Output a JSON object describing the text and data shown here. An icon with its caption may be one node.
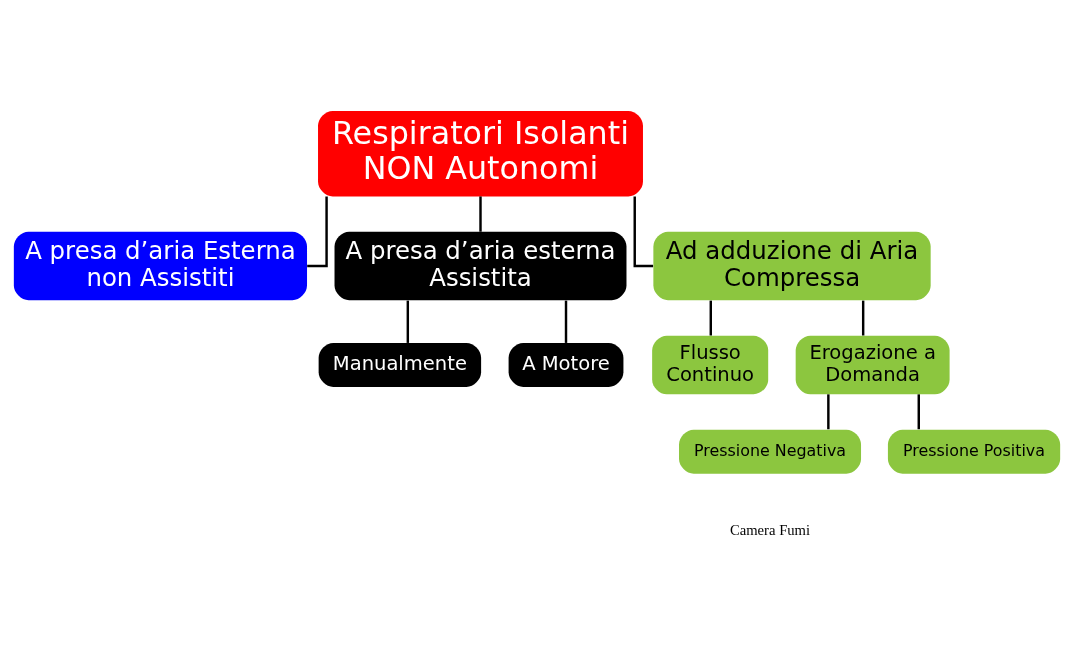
{
  "diagram": {
    "nodes": [
      {
        "text": [
          "Respiratori Isolanti NON Autonomi"
        ]
      },
      {
        "text": [
          "A presa d’aria Esterna non Assistiti"
        ]
      },
      {
        "text": [
          "A presa d’aria esterna Assistita"
        ]
      },
      {
        "text": [
          "Ad adduzione di Aria Compressa"
        ]
      },
      {
        "text": [
          "Manualmente"
        ]
      },
      {
        "text": [
          "A Motore"
        ]
      },
      {
        "text": [
          "Flusso Continuo"
        ]
      },
      {
        "text": [
          "Erogazione a Domanda"
        ]
      },
      {
        "text": [
          "Pressione Negativa"
        ]
      },
      {
        "text": [
          "Pressione Positiva"
        ]
      }
    ],
    "edges": [
      {
        "from": 0,
        "to": 1,
        "arrow": "none"
      },
      {
        "from": 0,
        "to": 2,
        "arrow": "none"
      },
      {
        "from": 0,
        "to": 3,
        "arrow": "none"
      },
      {
        "from": 2,
        "to": 4,
        "arrow": "none"
      },
      {
        "from": 2,
        "to": 5,
        "arrow": "none"
      },
      {
        "from": 3,
        "to": 6,
        "arrow": "none"
      },
      {
        "from": 3,
        "to": 7,
        "arrow": "none"
      },
      {
        "from": 7,
        "to": 8,
        "arrow": "none"
      },
      {
        "from": 7,
        "to": 9,
        "arrow": "none"
      }
    ],
    "labels": [
      "Camera Fumi"
    ]
  }
}
